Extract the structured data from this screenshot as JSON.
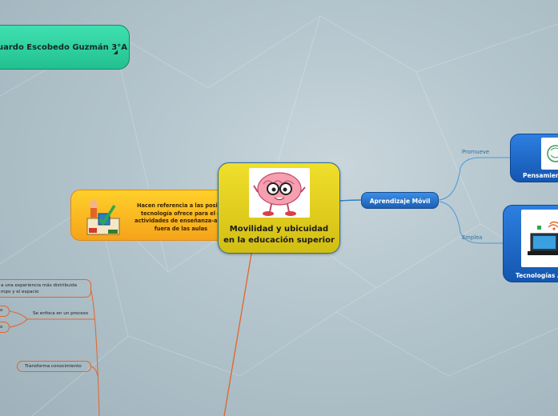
{
  "author": {
    "text": "uardo Escobedo Guzmán 3°A"
  },
  "central": {
    "line1": "Movilidad y ubicuidad",
    "line2": "en la educación superior"
  },
  "definition": {
    "line1": "Hacen referencia a las posibil",
    "line2": "tecnología ofrece para el d",
    "line3": "actividades de enseñanza-apre",
    "line4": "fuera de las aulas"
  },
  "mobile_learning": {
    "label": "Aprendizaje Móvil"
  },
  "edges": {
    "promueve": "Promueve",
    "emplea": "Emplea"
  },
  "nodes": {
    "pensamiento": "Pensamien",
    "tecnologias": "Tecnologías A"
  },
  "left_branch": {
    "item1_line1": "a una experiencia más distribuida",
    "item1_line2": "mpo y el espacio",
    "enfoca": "Se enfoca en un proceso",
    "small1": "o",
    "small2": "o",
    "transforma": "Transforma conocimiento"
  },
  "colors": {
    "central": "#e6d41f",
    "definition": "#f8b91f",
    "author": "#2fd3a2",
    "blue": "#1f66c2",
    "branch_line": "#e3642b"
  }
}
